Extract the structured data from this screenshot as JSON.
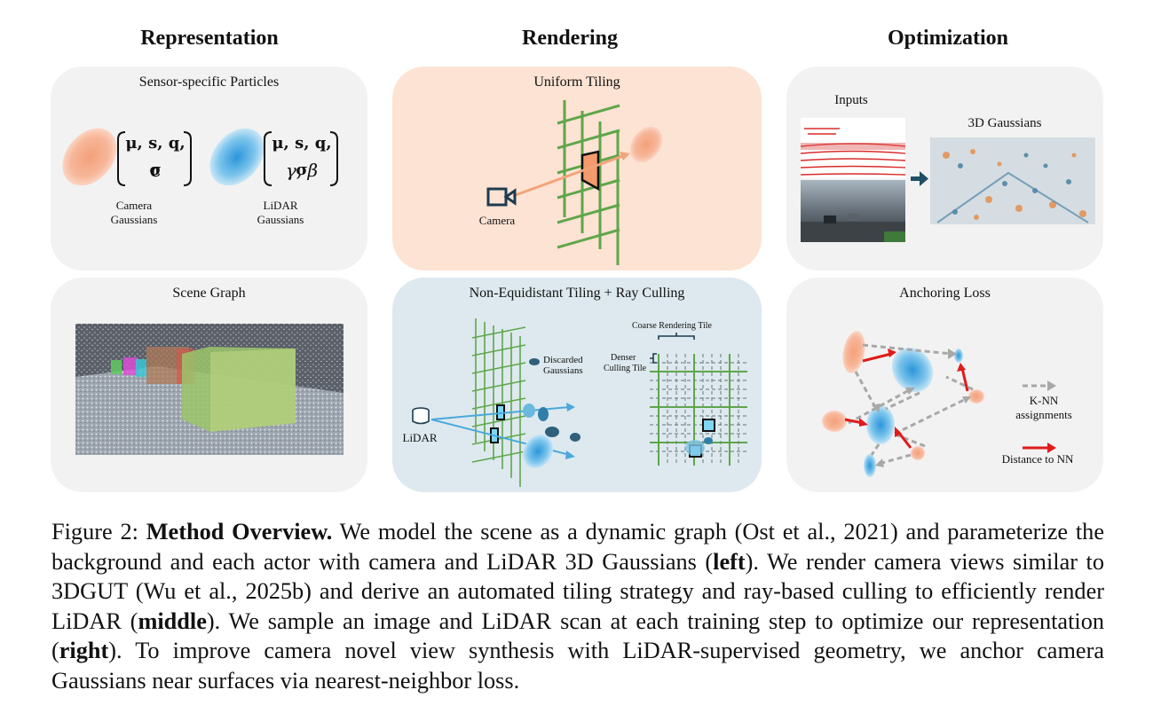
{
  "columns": {
    "representation": "Representation",
    "rendering": "Rendering",
    "optimization": "Optimization"
  },
  "panels": {
    "particles": {
      "title": "Sensor-specific Particles",
      "camera_math_line1": "μ, s, q, σ",
      "camera_math_line2": "c",
      "lidar_math_line1": "μ, s, q, σ",
      "lidar_math_line2": "γ, β",
      "camera_label_1": "Camera",
      "camera_label_2": "Gaussians",
      "lidar_label_1": "LiDAR",
      "lidar_label_2": "Gaussians"
    },
    "scene_graph": {
      "title": "Scene Graph"
    },
    "uniform_tiling": {
      "title": "Uniform Tiling",
      "camera_label": "Camera"
    },
    "non_equidistant": {
      "title": "Non-Equidistant Tiling + Ray Culling",
      "discarded_1": "Discarded",
      "discarded_2": "Gaussians",
      "lidar_label": "LiDAR",
      "coarse_tile": "Coarse Rendering Tile",
      "denser_1": "Denser",
      "denser_2": "Culling Tile"
    },
    "optimization_top": {
      "inputs": "Inputs",
      "gaussians_3d": "3D Gaussians"
    },
    "anchoring": {
      "title": "Anchoring Loss",
      "knn_1": "K-NN",
      "knn_2": "assignments",
      "distance": "Distance to NN"
    }
  },
  "caption": {
    "fig_label": "Figure 2:",
    "bold_title": "Method Overview.",
    "part1": " We model the scene as a dynamic graph (Ost et al., 2021) and parameterize the background and each actor with camera and LiDAR 3D Gaussians (",
    "left": "left",
    "part2": "). We render camera views similar to 3DGUT (Wu et al., 2025b) and derive an automated tiling strategy and ray-based culling to efficiently render LiDAR (",
    "middle": "middle",
    "part3": "). We sample an image and LiDAR scan at each training step to optimize our representation (",
    "right": "right",
    "part4": "). To improve camera novel view synthesis with LiDAR-supervised geometry, we anchor camera Gaussians near surfaces via nearest-neighbor loss."
  },
  "colors": {
    "panel_gray": "#f2f2f2",
    "panel_orange": "#fde3d3",
    "panel_blue": "#dde9ee",
    "grid_green": "#5fa64a",
    "gaussian_orange": "#f08a5d",
    "gaussian_blue": "#3aa0dc",
    "arrow_red": "#e01b1b"
  }
}
